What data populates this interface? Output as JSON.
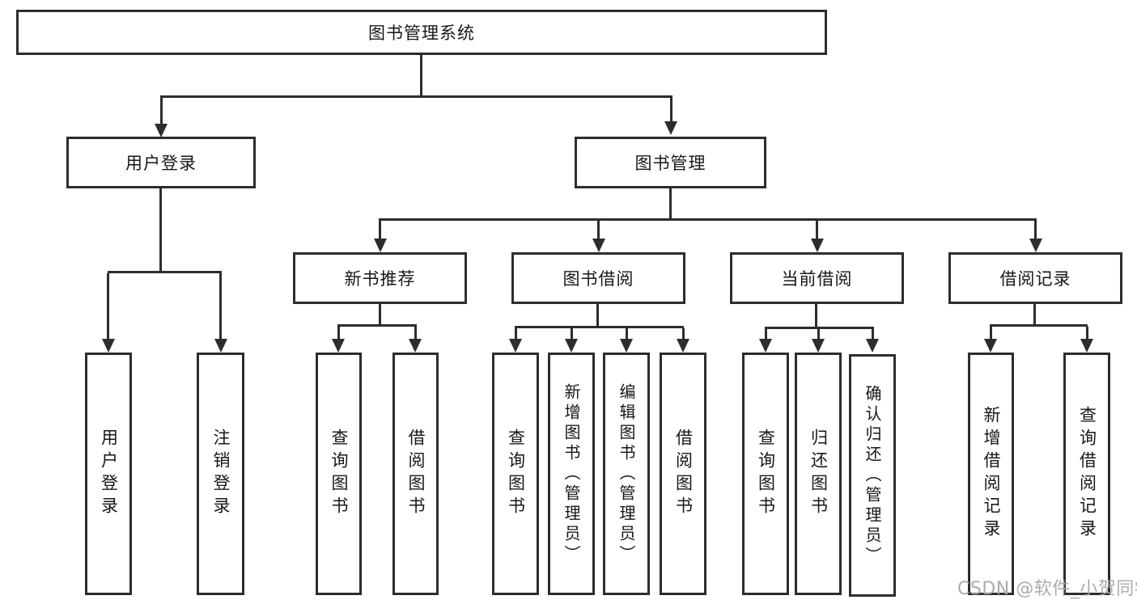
{
  "title": "图书管理系统",
  "colors": {
    "border": "#2d2d2d",
    "text": "#171717",
    "background": "#ffffff",
    "watermark": "#a8a8a8"
  },
  "nodes": {
    "root": "图书管理系统",
    "user_login": "用户登录",
    "book_mgmt": "图书管理",
    "new_books": "新书推荐",
    "book_borrow": "图书借阅",
    "current_borrow": "当前借阅",
    "borrow_records": "借阅记录",
    "leaves": {
      "user": [
        "用户登录",
        "注销登录"
      ],
      "new_books": [
        "查询图书",
        "借阅图书"
      ],
      "borrow": [
        "查询图书",
        "新增图书（管理员）",
        "编辑图书（管理员）",
        "借阅图书"
      ],
      "current": [
        "查询图书",
        "归还图书",
        "确认归还（管理员）"
      ],
      "records": [
        "新增借阅记录",
        "查询借阅记录"
      ]
    }
  },
  "watermark": "CSDN @软件_小贺同学"
}
